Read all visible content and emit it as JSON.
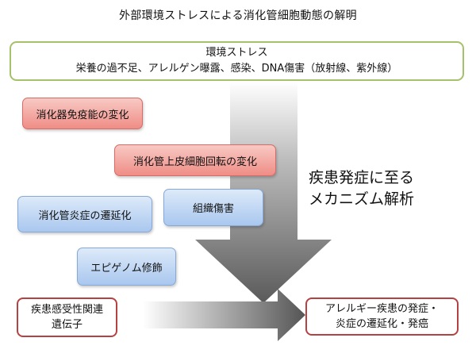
{
  "title": "外部環境ストレスによる消化管細胞動態の解明",
  "environment_stress": {
    "heading": "環境ストレス",
    "items": "栄養の過不足、アレルゲン曝露、感染、DNA傷害（放射線、紫外線）"
  },
  "red_boxes": [
    "消化器免疫能の変化",
    "消化管上皮細胞回転の変化"
  ],
  "blue_boxes": [
    "組織傷害",
    "消化管炎症の遷延化",
    "エピゲノム修飾"
  ],
  "mechanism_label": [
    "疾患発症に至る",
    "メカニズム解析"
  ],
  "gene_box": [
    "疾患感受性関連",
    "遺伝子"
  ],
  "outcome_box": [
    "アレルギー疾患の発症・",
    "炎症の遷延化・発癌"
  ],
  "colors": {
    "accent_green": "#a7c06a",
    "red_box": "#ef8d86",
    "blue_box": "#a9c7ef",
    "outline_red": "#b54242",
    "arrow_gray": "#6e6e6e"
  }
}
